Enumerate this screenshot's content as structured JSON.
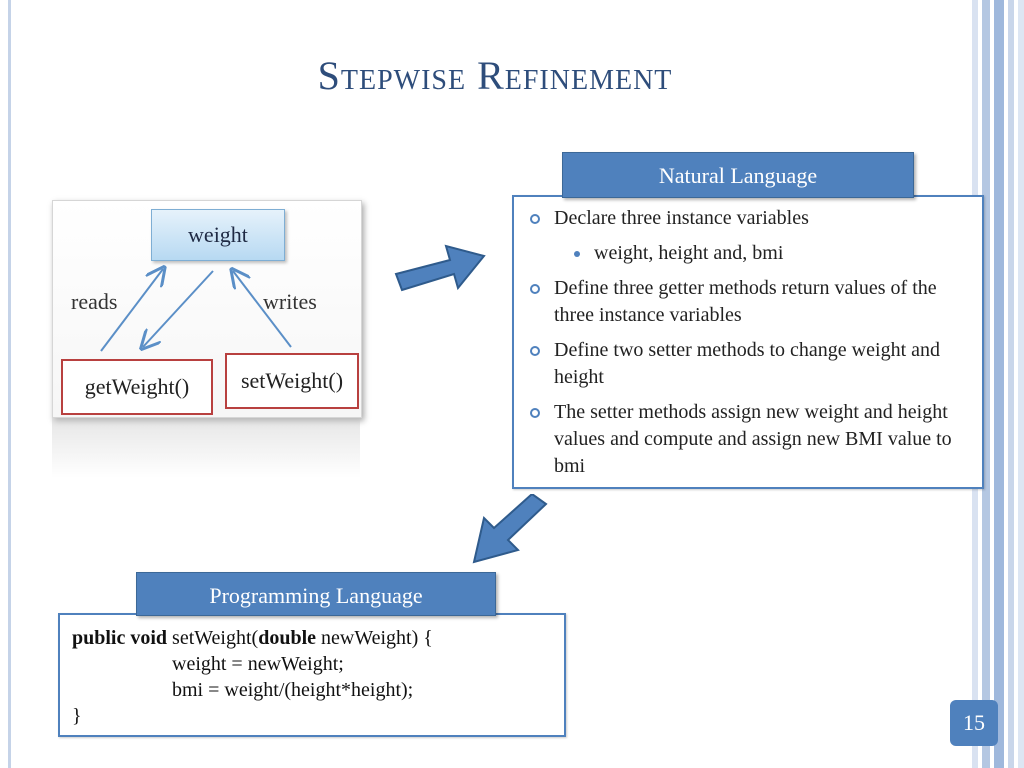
{
  "slide": {
    "title": "Stepwise Refinement",
    "page_number": "15"
  },
  "diagram": {
    "top_box": "weight",
    "left_label": "reads",
    "right_label": "writes",
    "left_method": "getWeight()",
    "right_method": "setWeight()"
  },
  "natural_language": {
    "header": "Natural Language",
    "items": [
      "Declare three instance variables",
      "weight, height and, bmi",
      "Define three getter methods return values of the three instance variables",
      "Define two setter methods to change weight and height",
      "The setter methods assign new weight and height values and compute and assign new BMI value to bmi"
    ]
  },
  "programming_language": {
    "header": "Programming Language",
    "line1_kw1": "public void",
    "line1_text1": " setWeight(",
    "line1_kw2": "double",
    "line1_text2": " newWeight) {",
    "line2": "weight = newWeight;",
    "line3": "bmi = weight/(height*height);",
    "line4": "}"
  },
  "colors": {
    "accent": "#4f81bd",
    "title": "#2e4d7b",
    "method_border": "#b8403f"
  }
}
